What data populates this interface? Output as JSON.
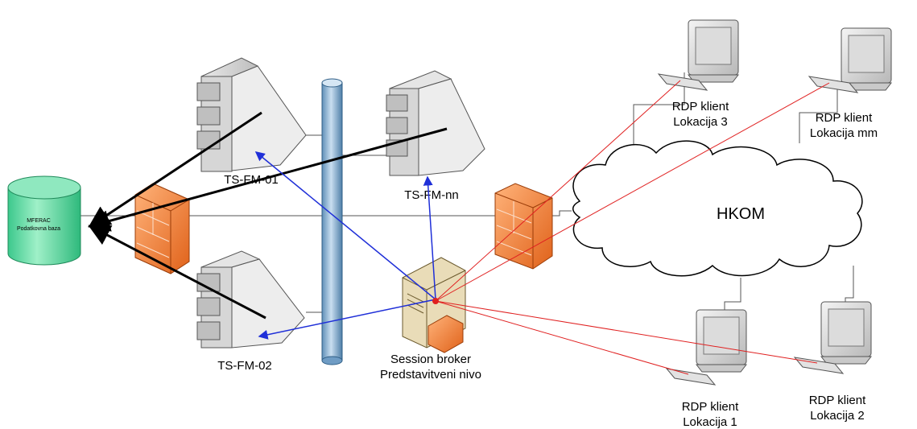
{
  "database": {
    "line1": "MFERAC",
    "line2": "Podatkovna baza",
    "color": "#4fd39b"
  },
  "servers": {
    "ts01": "TS-FM-01",
    "tsnn": "TS-FM-nn",
    "ts02": "TS-FM-02"
  },
  "broker": {
    "line1": "Session broker",
    "line2": "Predstavitveni nivo"
  },
  "network": {
    "cloud_label": "HKOM"
  },
  "clients": [
    {
      "line1": "RDP klient",
      "line2": "Lokacija 3"
    },
    {
      "line1": "RDP klient",
      "line2": "Lokacija mm"
    },
    {
      "line1": "RDP klient",
      "line2": "Lokacija 1"
    },
    {
      "line1": "RDP klient",
      "line2": "Lokacija 2"
    }
  ],
  "colors": {
    "bus": "#8fb6d6",
    "firewall": "#f07a2a",
    "broker_link": "#1f2fd8",
    "client_link": "#e02020",
    "db_link": "#000000"
  }
}
